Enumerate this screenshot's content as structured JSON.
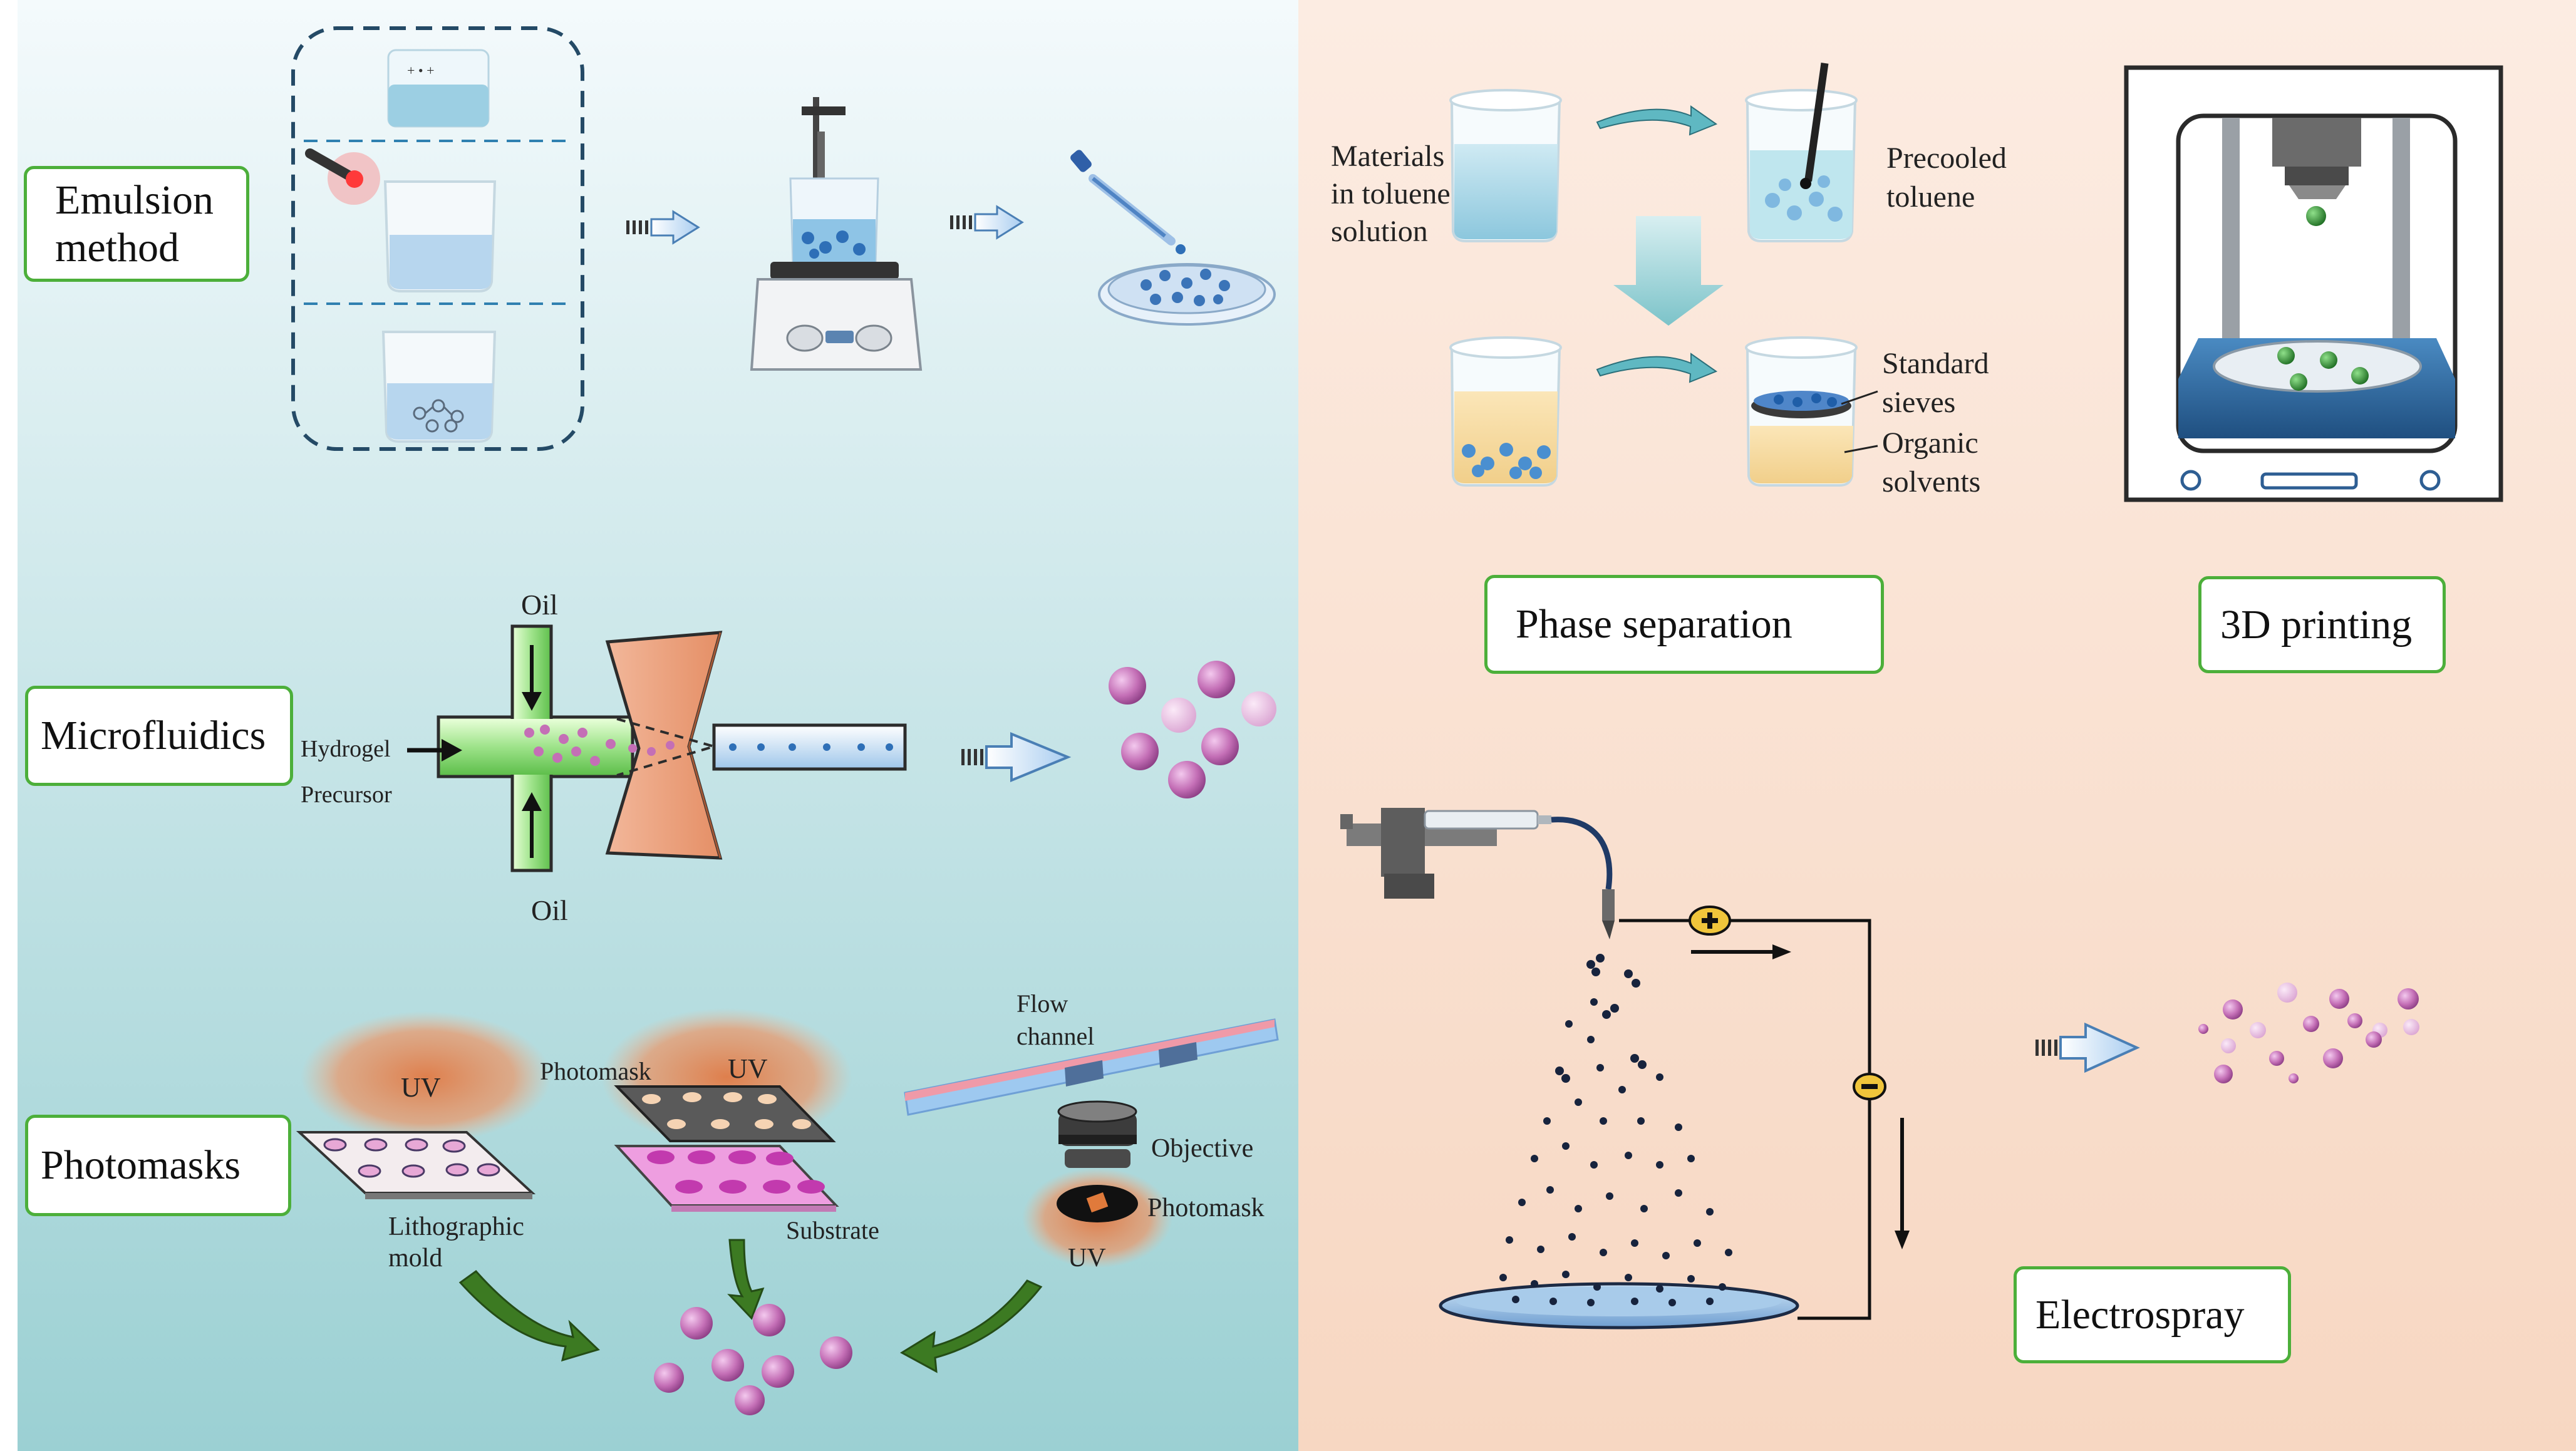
{
  "colors": {
    "left_panel_top": "#f3f9fb",
    "left_panel_bottom": "#9dd0d3",
    "right_panel": "#fbe2d3",
    "box_border": "#4caf3a",
    "particle": "#c46fb6",
    "droplet": "#2e6fb7",
    "dark_dot": "#17233d",
    "arrow_green": "#3c7a22"
  },
  "left": {
    "emulsion": {
      "title": "Emulsion method"
    },
    "microfluidics": {
      "title": "Microfluidics",
      "oil_top": "Oil",
      "oil_bottom": "Oil",
      "hydrogel": "Hydrogel",
      "precursor": "Precursor"
    },
    "photomasks": {
      "title": "Photomasks",
      "uv1": "UV",
      "uv2": "UV",
      "uv3": "UV",
      "photomask_top": "Photomask",
      "litho1": "Lithographic",
      "litho2": "mold",
      "substrate": "Substrate",
      "flow1": "Flow",
      "flow2": "channel",
      "objective": "Objective",
      "photomask_bottom": "Photomask"
    }
  },
  "right": {
    "phase": {
      "title": "Phase separation",
      "materials": "Materials\nin toluene\nsolution",
      "precooled": "Precooled\ntoluene",
      "sieves": "Standard\nsieves",
      "organic": "Organic\nsolvents"
    },
    "printing": {
      "title": "3D printing"
    },
    "electrospray": {
      "title": "Electrospray"
    }
  },
  "icons": {
    "beaker": "beaker-icon",
    "stirrer": "magnetic-stirrer-icon",
    "dropper": "dropper-icon",
    "petri": "petri-dish-icon",
    "laser": "laser-pointer-icon",
    "printer": "3d-printer-icon",
    "syringe": "syringe-pump-icon",
    "objective": "objective-lens-icon",
    "plus": "plus-electrode-icon",
    "minus": "minus-electrode-icon"
  }
}
